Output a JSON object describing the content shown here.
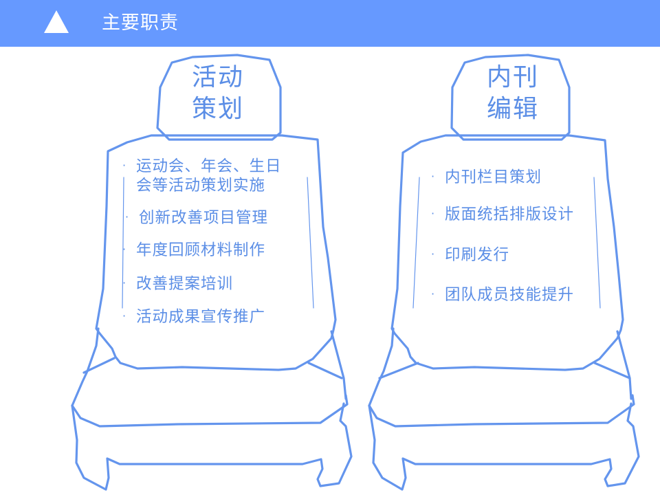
{
  "header": {
    "icon": "triangle-up-icon",
    "title": "主要职责"
  },
  "colors": {
    "header_bg": "#6699ff",
    "accent": "#5b8ee6",
    "outline": "#6495ed"
  },
  "seats": [
    {
      "headrest_label_line1": "活动",
      "headrest_label_line2": "策划",
      "items": [
        {
          "line1": "运动会、年会、生日",
          "line2": "会等活动策划实施"
        },
        {
          "line1": "创新改善项目管理"
        },
        {
          "line1": "年度回顾材料制作"
        },
        {
          "line1": "改善提案培训"
        },
        {
          "line1": "活动成果宣传推广"
        }
      ]
    },
    {
      "headrest_label_line1": "内刊",
      "headrest_label_line2": "编辑",
      "items": [
        {
          "line1": "内刊栏目策划"
        },
        {
          "line1": "版面统括排版设计"
        },
        {
          "line1": "印刷发行"
        },
        {
          "line1": "团队成员技能提升"
        }
      ]
    }
  ],
  "bullet": "·"
}
